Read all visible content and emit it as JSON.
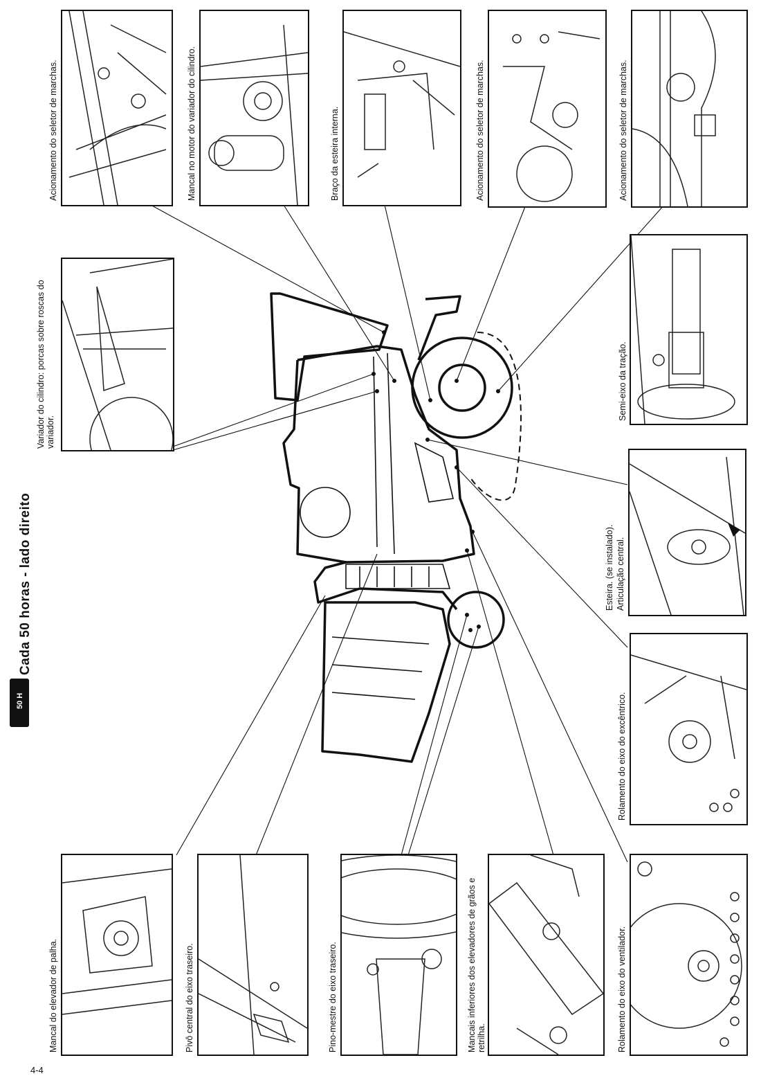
{
  "header": {
    "title": "Cada 50 horas - lado direito",
    "badge": "50 H"
  },
  "page_number": "4-4",
  "captions": {
    "top_1": "Acionamento do seletor de marchas.",
    "top_2": "Mancal no motor do variador do cilindro.",
    "top_3": "Braço da esteira interna.",
    "top_4": "Acionamento do seletor de marchas.",
    "top_5": "Acionamento do seletor de marchas.",
    "left_mid": "Variador do cilindro: porcas sobre roscas do variador.",
    "right_1": "Semi-eixo da tração.",
    "right_2a": "Esteira. (se instalado).",
    "right_2b": "Articulação central.",
    "right_3": "Rolamento do eixo do excêntrico.",
    "bottom_1": "Mancal do elevador de palha.",
    "bottom_2": "Pivô central do eixo traseiro.",
    "bottom_3": "Pino-mestre do eixo traseiro.",
    "bottom_4": "Mancais inferiores dos elevadores de grãos e retrilha.",
    "bottom_5": "Rolamento do eixo do ventilador."
  }
}
